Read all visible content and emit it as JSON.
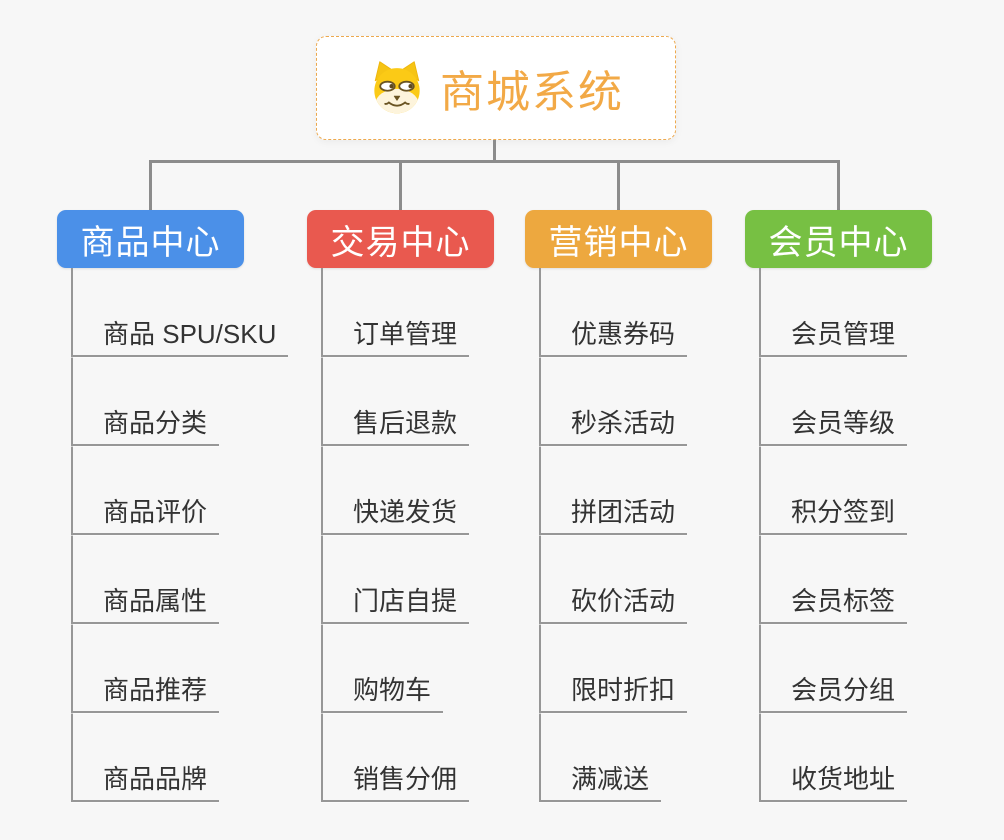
{
  "root": {
    "title": "商城系统",
    "icon": "doge-icon"
  },
  "branches": [
    {
      "label": "商品中心",
      "color": "#4b90e8",
      "items": [
        "商品 SPU/SKU",
        "商品分类",
        "商品评价",
        "商品属性",
        "商品推荐",
        "商品品牌"
      ]
    },
    {
      "label": "交易中心",
      "color": "#e9594f",
      "items": [
        "订单管理",
        "售后退款",
        "快递发货",
        "门店自提",
        "购物车",
        "销售分佣"
      ]
    },
    {
      "label": "营销中心",
      "color": "#eda83f",
      "items": [
        "优惠券码",
        "秒杀活动",
        "拼团活动",
        "砍价活动",
        "限时折扣",
        "满减送"
      ]
    },
    {
      "label": "会员中心",
      "color": "#77c043",
      "items": [
        "会员管理",
        "会员等级",
        "积分签到",
        "会员标签",
        "会员分组",
        "收货地址"
      ]
    }
  ],
  "colors": {
    "background": "#f7f7f7",
    "root_border": "#eda94e",
    "root_title": "#f2a946",
    "connector": "#8c8c8c",
    "underline": "#979797",
    "leaf_text": "#333333"
  }
}
